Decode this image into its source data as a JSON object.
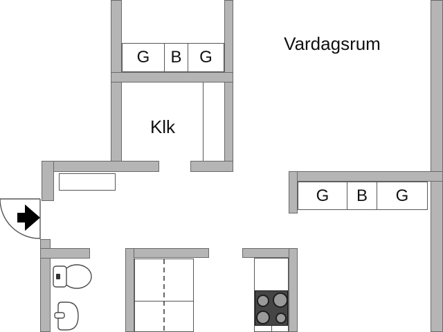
{
  "rooms": {
    "living_room_label": "Vardagsrum",
    "closet_label": "Klk"
  },
  "wardrobe_row_top": {
    "cells": [
      "G",
      "B",
      "G"
    ]
  },
  "wardrobe_row_right": {
    "cells": [
      "G",
      "B",
      "G"
    ]
  },
  "colors": {
    "wall_fill": "#b5b5b5",
    "wall_outline": "#686868",
    "thin_line": "#555555",
    "stove_fill": "#454545",
    "burner_fill": "#999999",
    "burner_ring": "#1e1e1e",
    "arrow_fill": "#000000"
  }
}
